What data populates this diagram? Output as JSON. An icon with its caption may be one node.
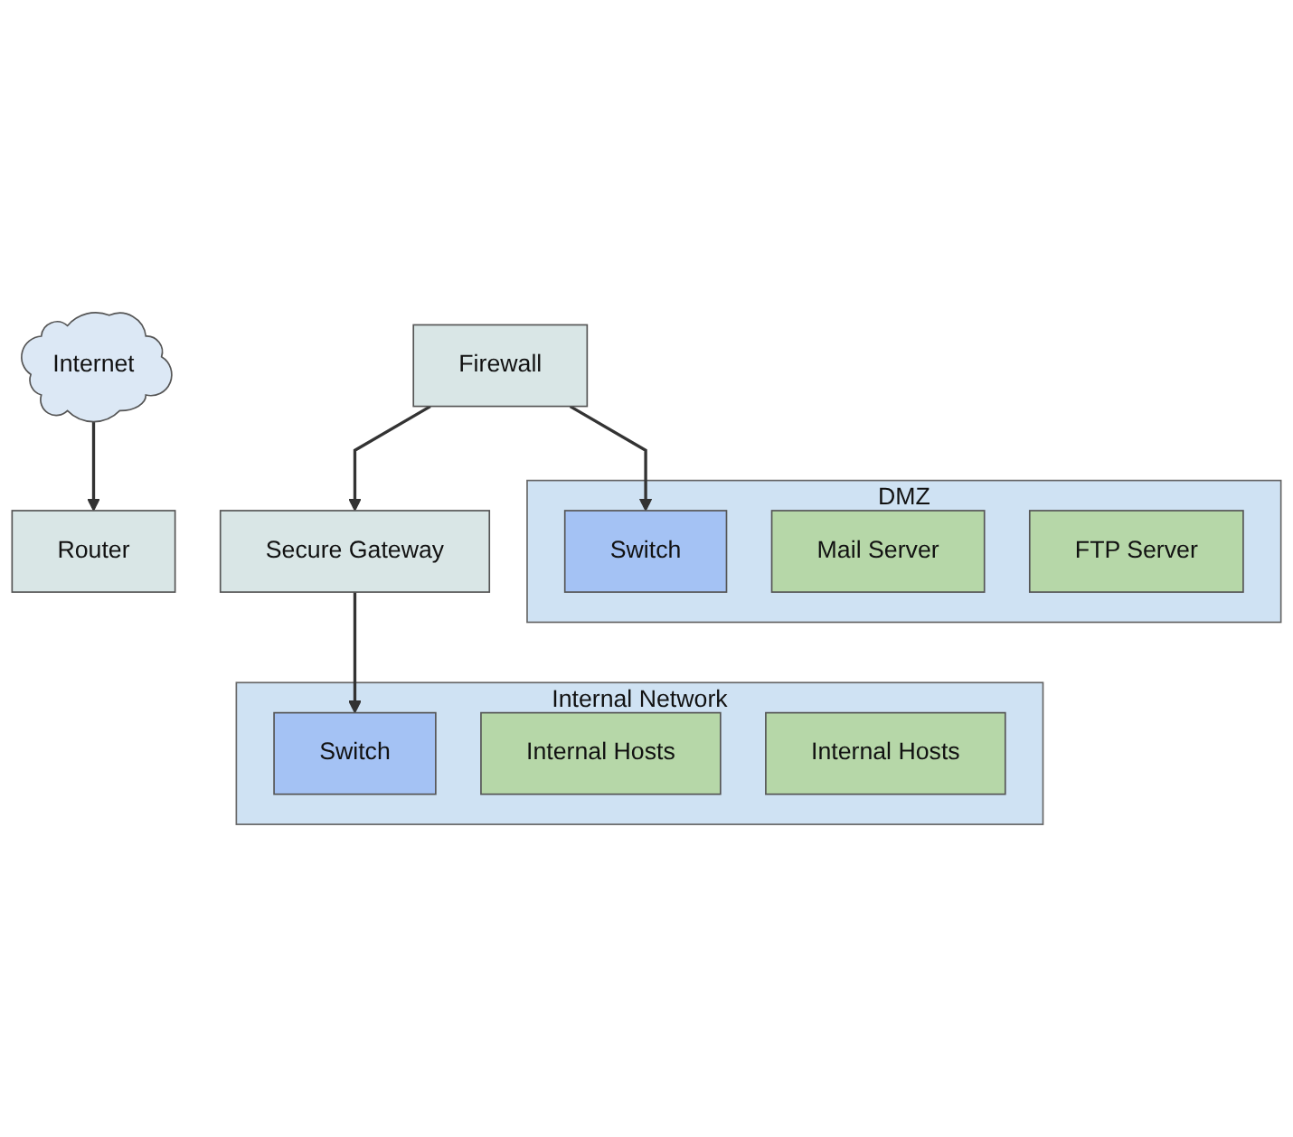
{
  "diagram": {
    "nodes": [
      {
        "text": [
          "Internet"
        ]
      },
      {
        "text": [
          "Router"
        ]
      },
      {
        "text": [
          "Firewall"
        ]
      },
      {
        "text": [
          "Secure Gateway"
        ]
      },
      {
        "text": [
          "Internal Network"
        ]
      },
      {
        "text": [
          "Switch"
        ],
        "in": 4
      },
      {
        "text": [
          "Internal Hosts"
        ],
        "in": 4
      },
      {
        "text": [
          "Internal Hosts"
        ],
        "in": 4
      },
      {
        "text": [
          "DMZ"
        ]
      },
      {
        "text": [
          "Switch"
        ],
        "in": 8
      },
      {
        "text": [
          "Mail Server"
        ],
        "in": 8
      },
      {
        "text": [
          "FTP Server"
        ],
        "in": 8
      }
    ],
    "edges": [
      {
        "from": 0,
        "to": 1,
        "arrow": "to"
      },
      {
        "from": 2,
        "to": 3,
        "arrow": "to"
      },
      {
        "from": 3,
        "to": 5,
        "arrow": "to"
      },
      {
        "from": 2,
        "to": 9,
        "arrow": "to"
      }
    ]
  }
}
